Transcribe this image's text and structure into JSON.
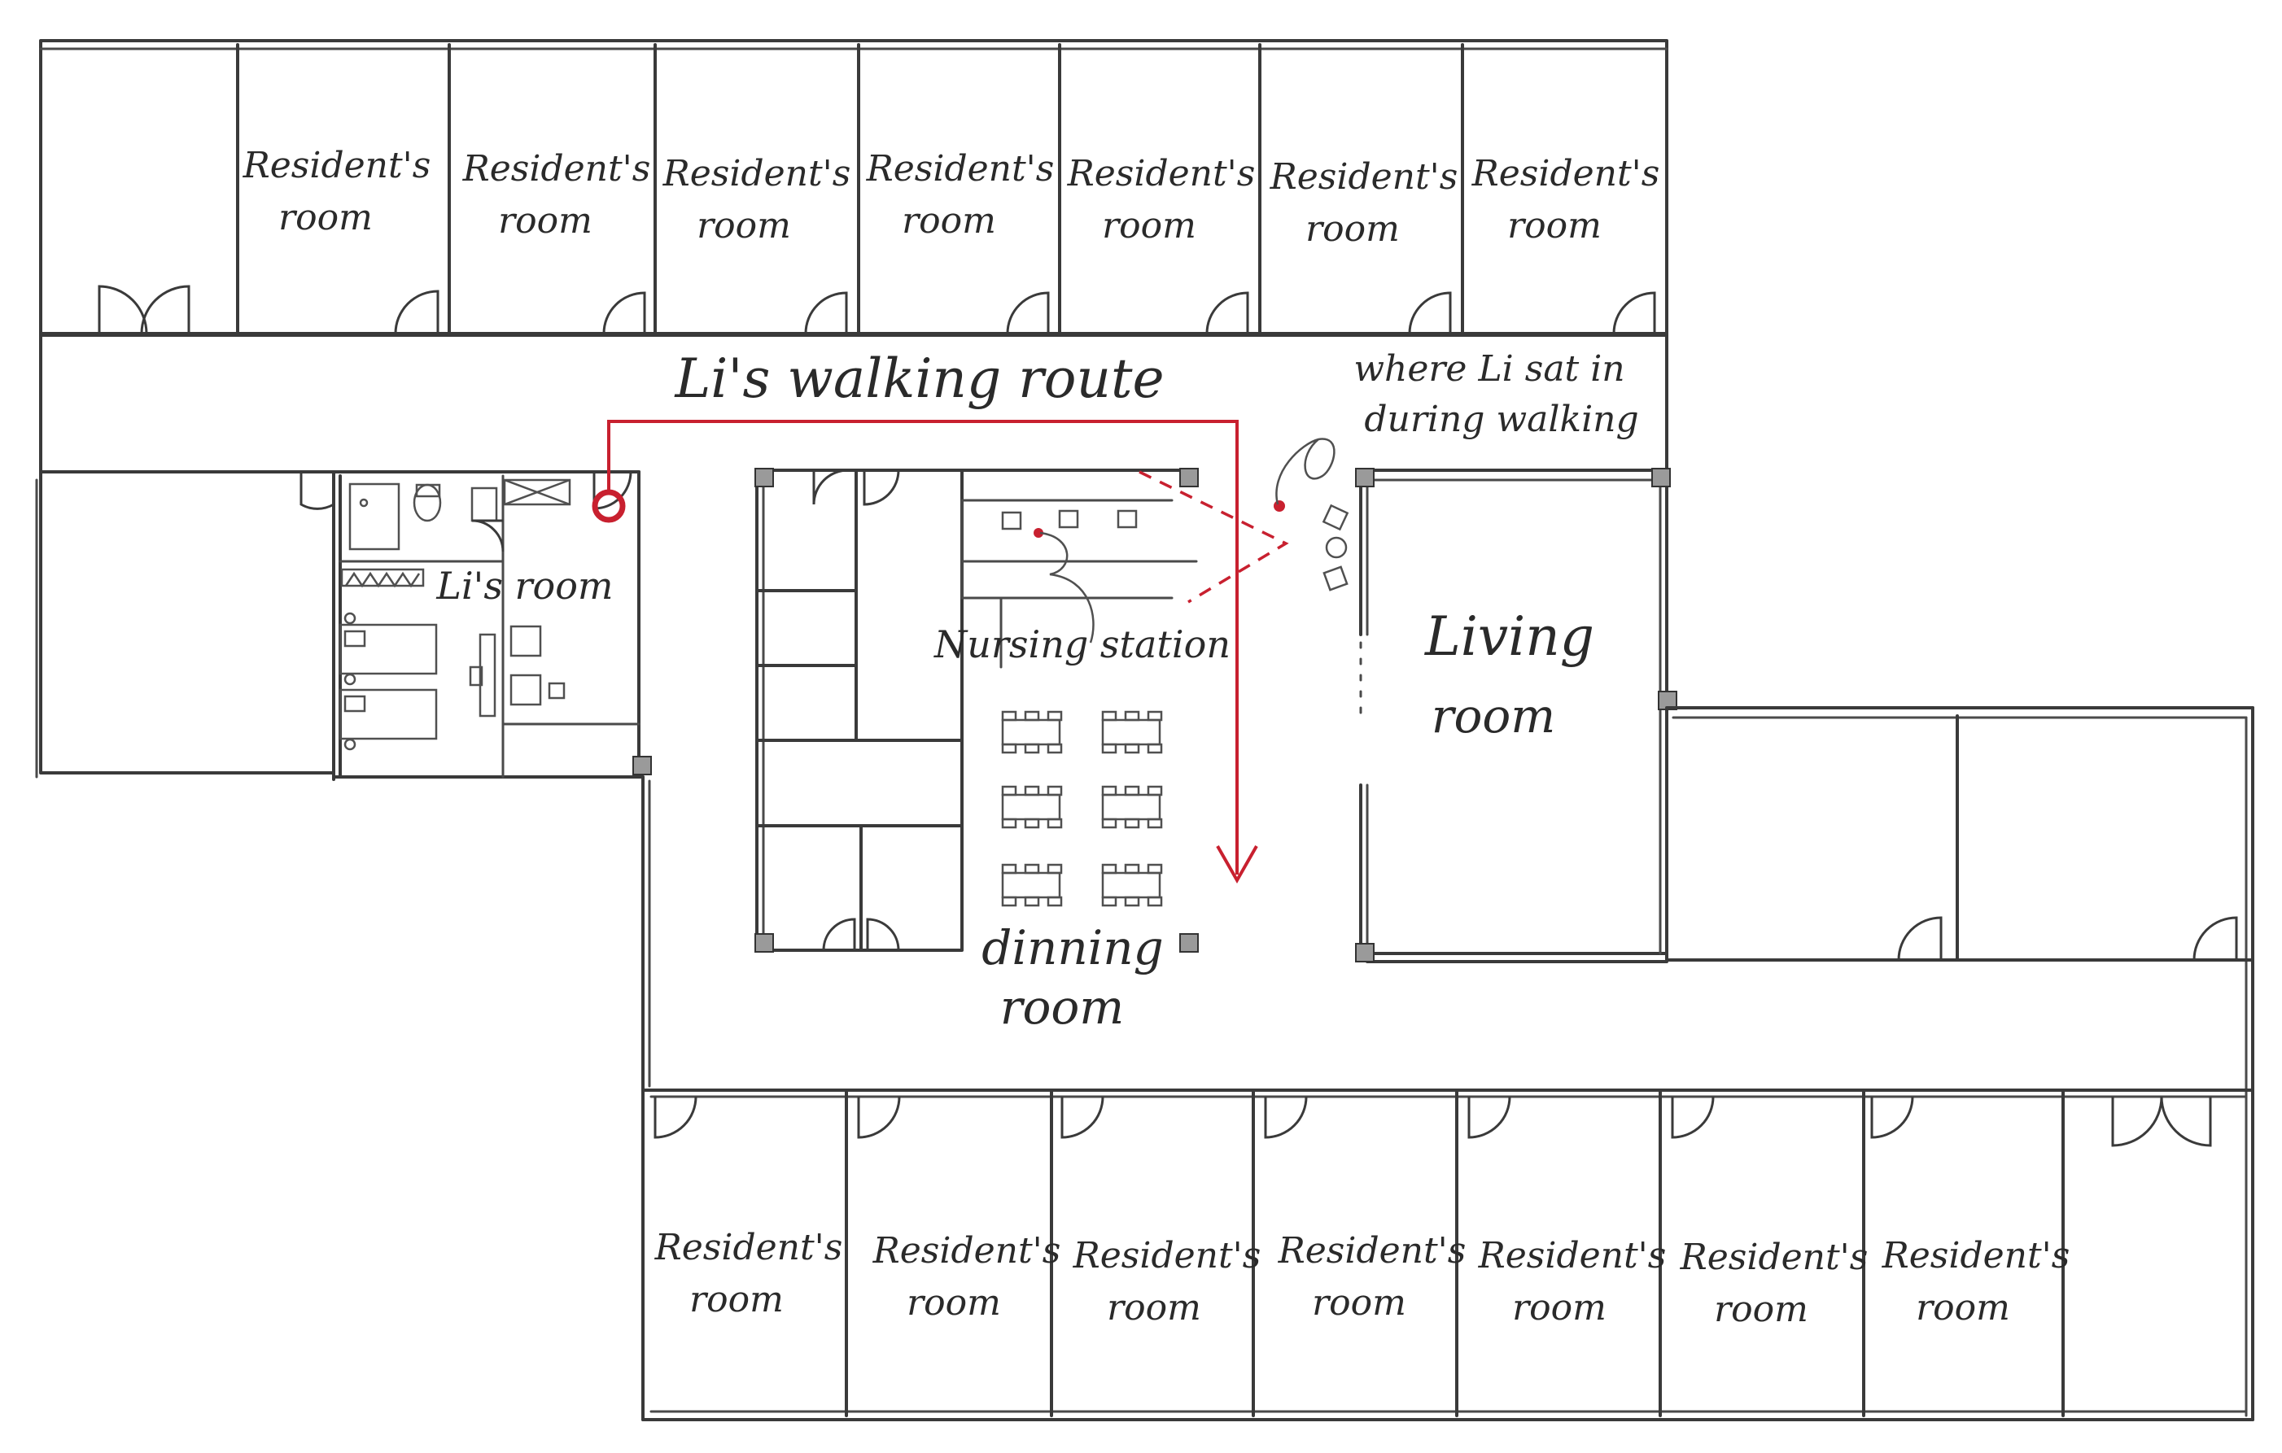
{
  "rooms": {
    "resident": {
      "line1": "Resident's",
      "line2": "room"
    },
    "li_room": "Li's room",
    "living": {
      "line1": "Living",
      "line2": "room"
    },
    "dining": {
      "line1": "dinning",
      "line2": "room"
    },
    "nursing": "Nursing station"
  },
  "annotations": {
    "route_label": "Li's walking route",
    "seat_note": {
      "line1": "where Li sat in",
      "line2": "during walking"
    }
  },
  "colors": {
    "route": "#c8202f",
    "ink": "#2a2a2a"
  }
}
